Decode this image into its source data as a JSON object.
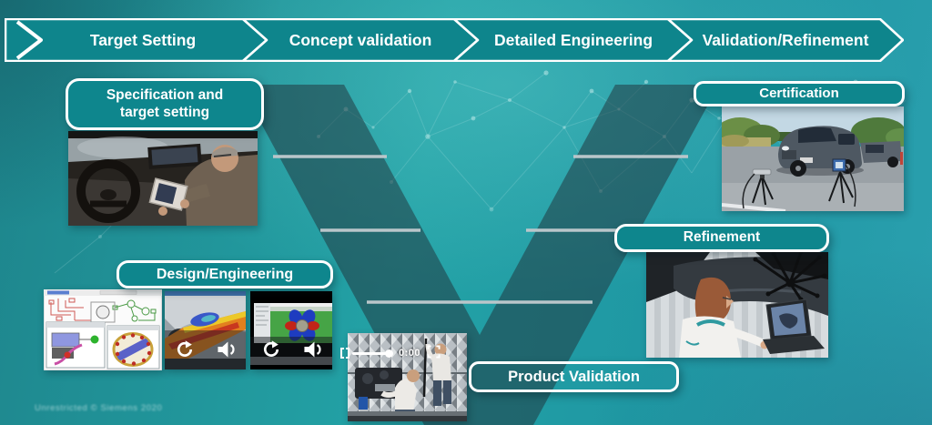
{
  "slide": {
    "footer": "Unrestricted © Siemens 2020"
  },
  "process_bar": {
    "stages": [
      {
        "label": "Target Setting"
      },
      {
        "label": "Concept validation"
      },
      {
        "label": "Detailed Engineering"
      },
      {
        "label": "Validation/Refinement"
      }
    ]
  },
  "callouts": {
    "specification": {
      "line1": "Specification and",
      "line2": "target setting"
    },
    "design": {
      "label": "Design/Engineering"
    },
    "product_validation": {
      "label": "Product Validation"
    },
    "refinement": {
      "label": "Refinement"
    },
    "certification": {
      "label": "Certification"
    }
  },
  "video": {
    "product_validation": {
      "elapsed_time": "0:00"
    }
  },
  "icons": {
    "stage_start": "chevron-right",
    "replay": "circular-arrow-counterclockwise",
    "volume": "speaker-with-wave",
    "fullscreen": "corner-brackets",
    "progress": "slider-track-with-knob"
  },
  "colors": {
    "stage_fill": "#0e858c",
    "callout_fill": "#0e868d",
    "v_band": "rgba(38,56,64,0.55)",
    "divider_line": "#b9c6ca",
    "label_text": "#ffffff"
  }
}
